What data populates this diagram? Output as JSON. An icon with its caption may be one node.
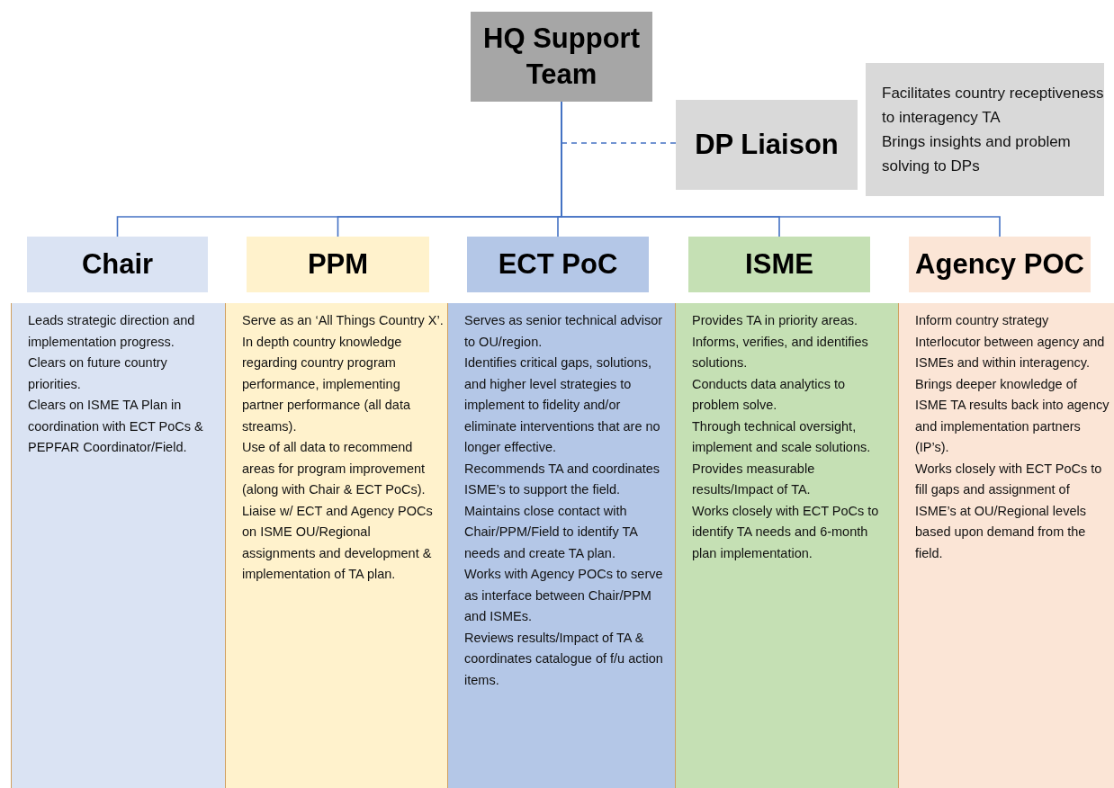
{
  "diagram": {
    "nodes": [
      {
        "text": [
          "HQ Support Team"
        ]
      },
      {
        "text": [
          "DP Liaison"
        ]
      },
      {
        "text": [
          "Facilitates country receptiveness to interagency TA",
          "Brings insights and problem solving to DPs"
        ]
      },
      {
        "text": [
          "Chair"
        ]
      },
      {
        "text": [
          "PPM"
        ]
      },
      {
        "text": [
          "ECT PoC"
        ]
      },
      {
        "text": [
          "ISME"
        ]
      },
      {
        "text": [
          "Agency POC"
        ]
      },
      {
        "text": [
          "Leads strategic direction and implementation progress.",
          "Clears on future country priorities.",
          "Clears on ISME TA Plan in coordination with ECT PoCs & PEPFAR Coordinator/Field."
        ]
      },
      {
        "text": [
          "Serve as an ‘All Things Country X’.",
          "In depth country knowledge regarding country program performance, implementing partner performance (all data streams).",
          "Use of all data to recommend areas for program improvement (along with Chair & ECT PoCs).",
          "Liaise w/ ECT and Agency POCs on ISME OU/Regional assignments and development & implementation of TA plan."
        ]
      },
      {
        "text": [
          "Serves as senior technical advisor to OU/region.",
          "Identifies critical gaps, solutions, and higher level strategies to implement to fidelity and/or eliminate interventions that are no longer effective.",
          "Recommends TA and coordinates ISME’s to support the field.",
          "Maintains close contact with Chair/PPM/Field to identify TA needs and create TA plan.",
          "Works with Agency POCs to serve as interface between Chair/PPM and ISMEs.",
          "Reviews results/Impact of TA & coordinates catalogue of f/u action items."
        ]
      },
      {
        "text": [
          "Provides TA in priority areas.",
          "Informs, verifies, and identifies solutions.",
          "Conducts data analytics to problem solve.",
          "Through technical oversight, implement and scale solutions.",
          "Provides measurable results/Impact of TA.",
          "Works closely with ECT PoCs to identify TA needs and 6-month plan implementation."
        ]
      },
      {
        "text": [
          "Inform country strategy",
          "Interlocutor between agency and ISMEs and within interagency.",
          "Brings deeper knowledge of ISME TA results back into agency and implementation partners (IP’s).",
          "Works closely with ECT PoCs to fill gaps and assignment of ISME’s at OU/Regional levels based upon demand from the field."
        ]
      }
    ],
    "edges": [
      {
        "from": 0,
        "to": 1,
        "arrow": "none",
        "style": "dashed"
      },
      {
        "from": 0,
        "to": 3,
        "arrow": "none"
      },
      {
        "from": 0,
        "to": 4,
        "arrow": "none"
      },
      {
        "from": 0,
        "to": 5,
        "arrow": "none"
      },
      {
        "from": 0,
        "to": 6,
        "arrow": "none"
      },
      {
        "from": 0,
        "to": 7,
        "arrow": "none"
      }
    ]
  }
}
